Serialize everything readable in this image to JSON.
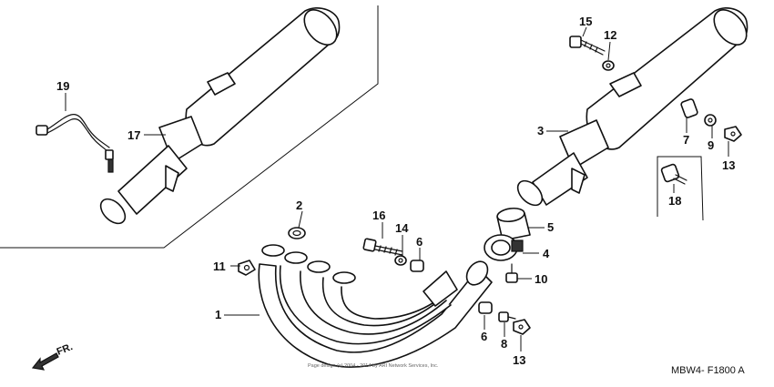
{
  "callouts": {
    "c1": "1",
    "c2": "2",
    "c3": "3",
    "c4": "4",
    "c5": "5",
    "c6a": "6",
    "c6b": "6",
    "c7": "7",
    "c8": "8",
    "c9": "9",
    "c10": "10",
    "c11": "11",
    "c12": "12",
    "c13a": "13",
    "c13b": "13",
    "c14": "14",
    "c15": "15",
    "c16": "16",
    "c17": "17",
    "c18": "18",
    "c19": "19"
  },
  "direction_label": "FR.",
  "diagram_code": "MBW4- F1800 A",
  "copyright": "Page design (c) 2004 - 2014 by ARI Network Services, Inc.",
  "colors": {
    "line": "#111111",
    "background": "#ffffff"
  }
}
